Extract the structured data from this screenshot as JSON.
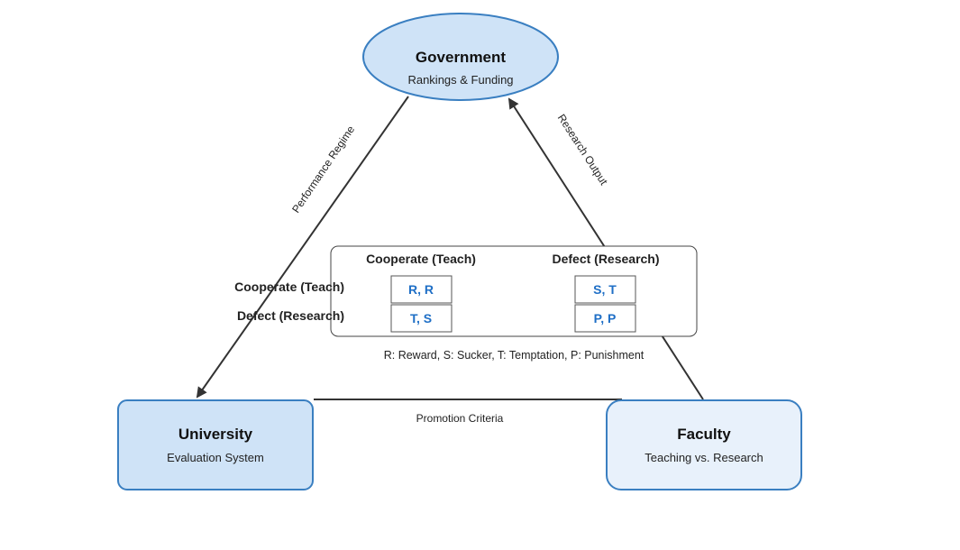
{
  "colors": {
    "node_border": "#3a7fc1",
    "government_fill": "#cfe3f7",
    "university_fill": "#cfe3f7",
    "faculty_fill": "#e8f1fb",
    "line": "#333333",
    "cell_text": "#1f6fc6"
  },
  "nodes": {
    "government": {
      "title": "Government",
      "subtitle": "Rankings & Funding"
    },
    "university": {
      "title": "University",
      "subtitle": "Evaluation System"
    },
    "faculty": {
      "title": "Faculty",
      "subtitle": "Teaching vs. Research"
    }
  },
  "edges": {
    "performance_regime": "Performance Regime",
    "research_output": "Research Output",
    "promotion_criteria": "Promotion Criteria"
  },
  "payoff_matrix": {
    "column_headers": [
      "Cooperate (Teach)",
      "Defect (Research)"
    ],
    "row_headers": [
      "Cooperate (Teach)",
      "Defect (Research)"
    ],
    "cells": [
      [
        "R, R",
        "S, T"
      ],
      [
        "T, S",
        "P, P"
      ]
    ],
    "legend": "R: Reward, S: Sucker, T: Temptation, P: Punishment"
  }
}
